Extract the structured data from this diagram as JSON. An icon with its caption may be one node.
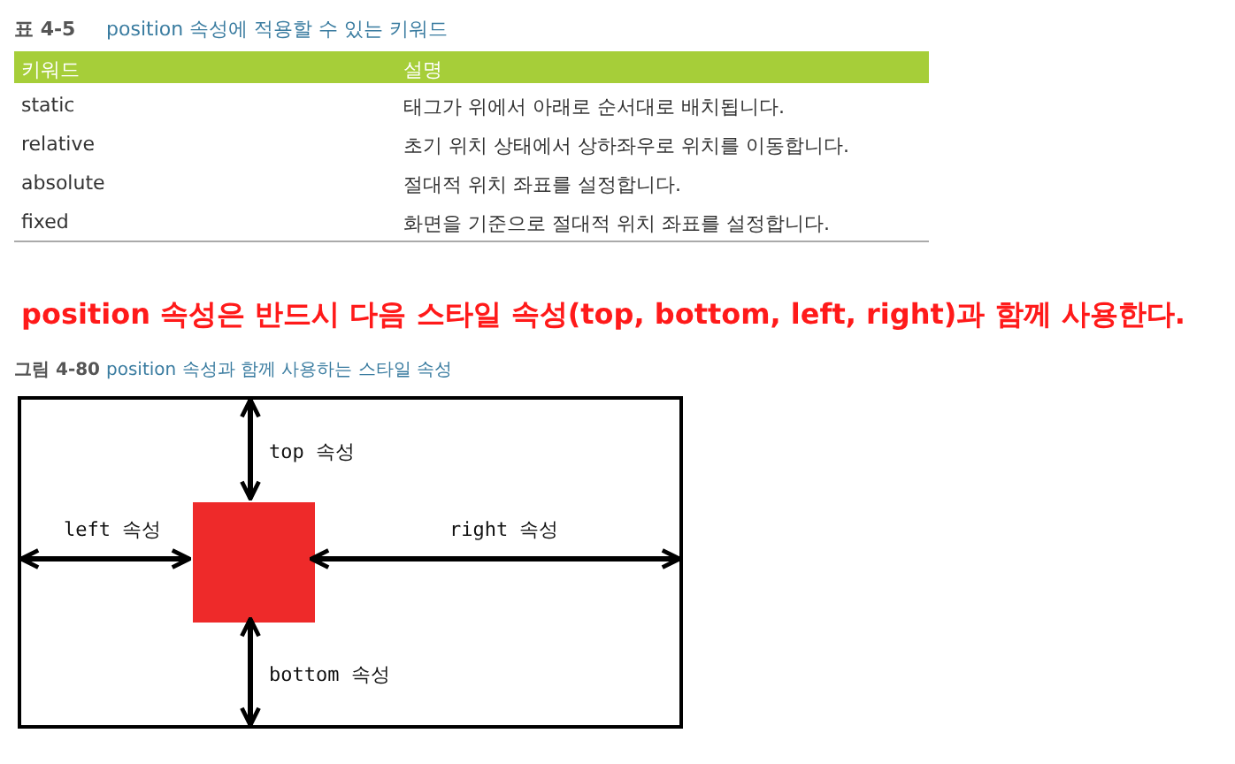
{
  "diagram": {
    "nodes": [
      {
        "text": [],
        "shape": "box"
      },
      {
        "text": [],
        "shape": "box",
        "in": 0
      }
    ],
    "edges": [
      {
        "from": 0,
        "to": 1,
        "arrow": "both",
        "label": "top 속성"
      },
      {
        "from": 0,
        "to": 1,
        "arrow": "both",
        "label": "left 속성"
      },
      {
        "from": 1,
        "to": 0,
        "arrow": "both",
        "label": "right 속성"
      },
      {
        "from": 1,
        "to": 0,
        "arrow": "both",
        "label": "bottom 속성"
      }
    ],
    "labels": [
      "표 4-5",
      "position 속성에 적용할 수 있는 키워드",
      "키워드",
      "설명",
      "static",
      "태그가 위에서 아래로 순서대로 배치됩니다.",
      "relative",
      "초기 위치 상태에서 상하좌우로 위치를 이동합니다.",
      "absolute",
      "절대적 위치 좌표를 설정합니다.",
      "fixed",
      "화면을 기준으로 절대적 위치 좌표를 설정합니다.",
      "position 속성은 반드시 다음 스타일 속성(top, bottom, left, right)과 함께 사용한다.",
      "그림 4-80",
      "position 속성과 함께 사용하는 스타일 속성"
    ]
  }
}
